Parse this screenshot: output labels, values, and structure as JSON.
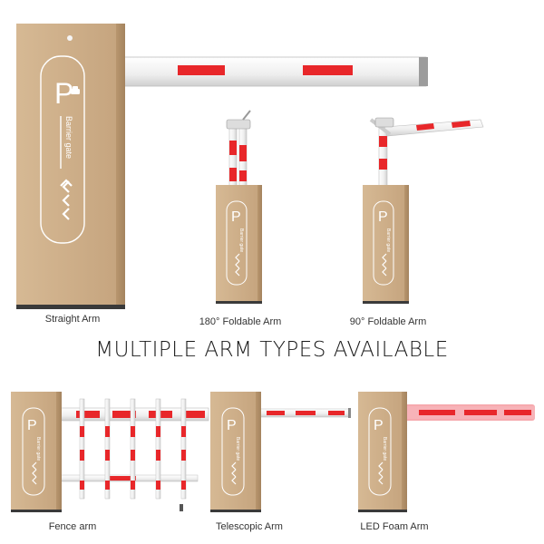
{
  "headline": "MULTIPLE ARM TYPES AVAILABLE",
  "cabinet": {
    "parking_letter": "P",
    "label": "Barrier gate",
    "color": "#c9aa85",
    "arm_red": "#e8272a",
    "arm_white": "#f4f4f4"
  },
  "captions": {
    "straight": "Straight Arm",
    "fold180": "180° Foldable Arm",
    "fold90": "90° Foldable Arm",
    "fence": "Fence arm",
    "telescopic": "Telescopic Arm",
    "led": "LED Foam Arm"
  }
}
